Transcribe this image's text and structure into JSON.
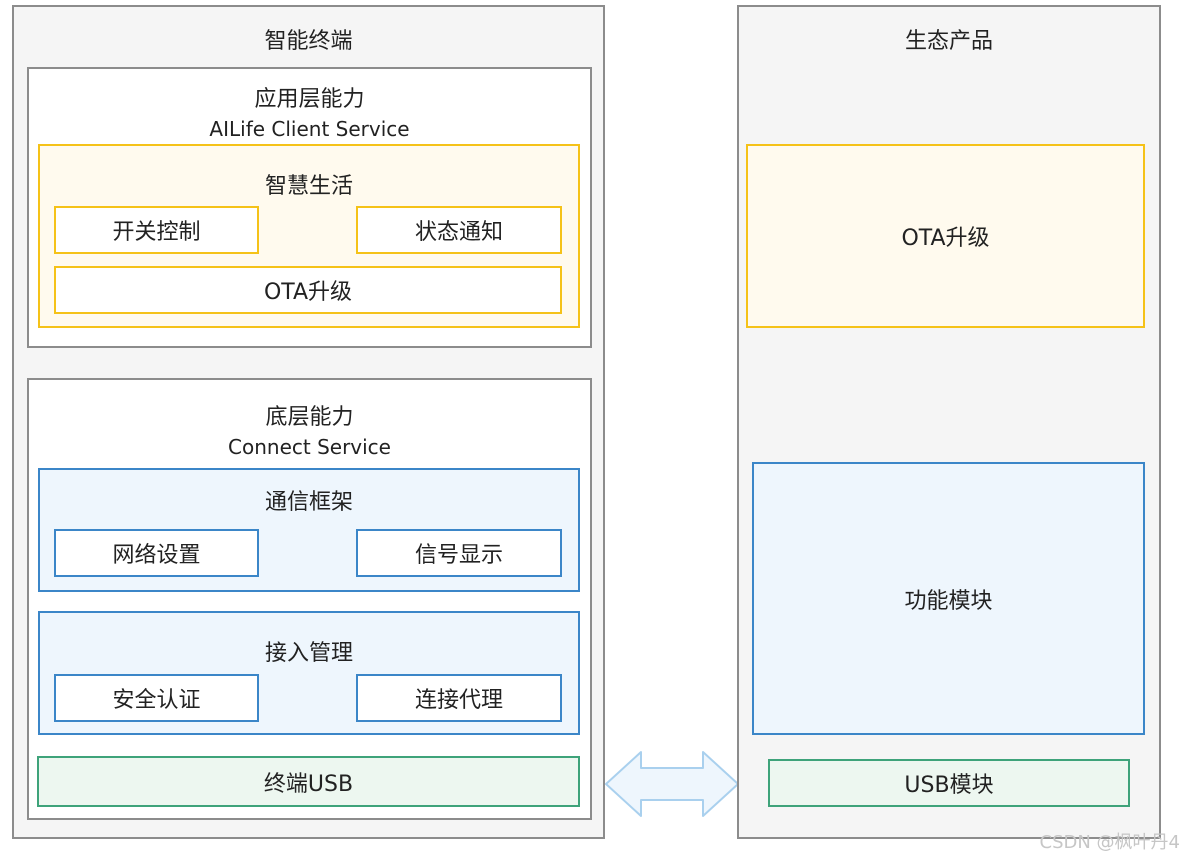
{
  "terminal": {
    "title": "智能终端",
    "app_layer": {
      "title": "应用层能力",
      "subtitle": "AILife Client Service",
      "smart_life": {
        "title": "智慧生活",
        "switch_control": "开关控制",
        "status_notify": "状态通知",
        "ota": "OTA升级"
      }
    },
    "base_layer": {
      "title": "底层能力",
      "subtitle": "Connect Service",
      "comm_framework": {
        "title": "通信框架",
        "network_settings": "网络设置",
        "signal_display": "信号显示"
      },
      "access_mgmt": {
        "title": "接入管理",
        "security_auth": "安全认证",
        "connection_proxy": "连接代理"
      }
    },
    "usb": "终端USB"
  },
  "product": {
    "title": "生态产品",
    "ota": "OTA升级",
    "function_module": "功能模块",
    "usb_module": "USB模块"
  },
  "watermark": "CSDN @枫叶丹4",
  "colors": {
    "panel_border": "#8c8c8c",
    "yellow": "#f5c218",
    "blue": "#3b86c8",
    "green": "#3ea37a",
    "arrow": "#a9d0ee"
  }
}
